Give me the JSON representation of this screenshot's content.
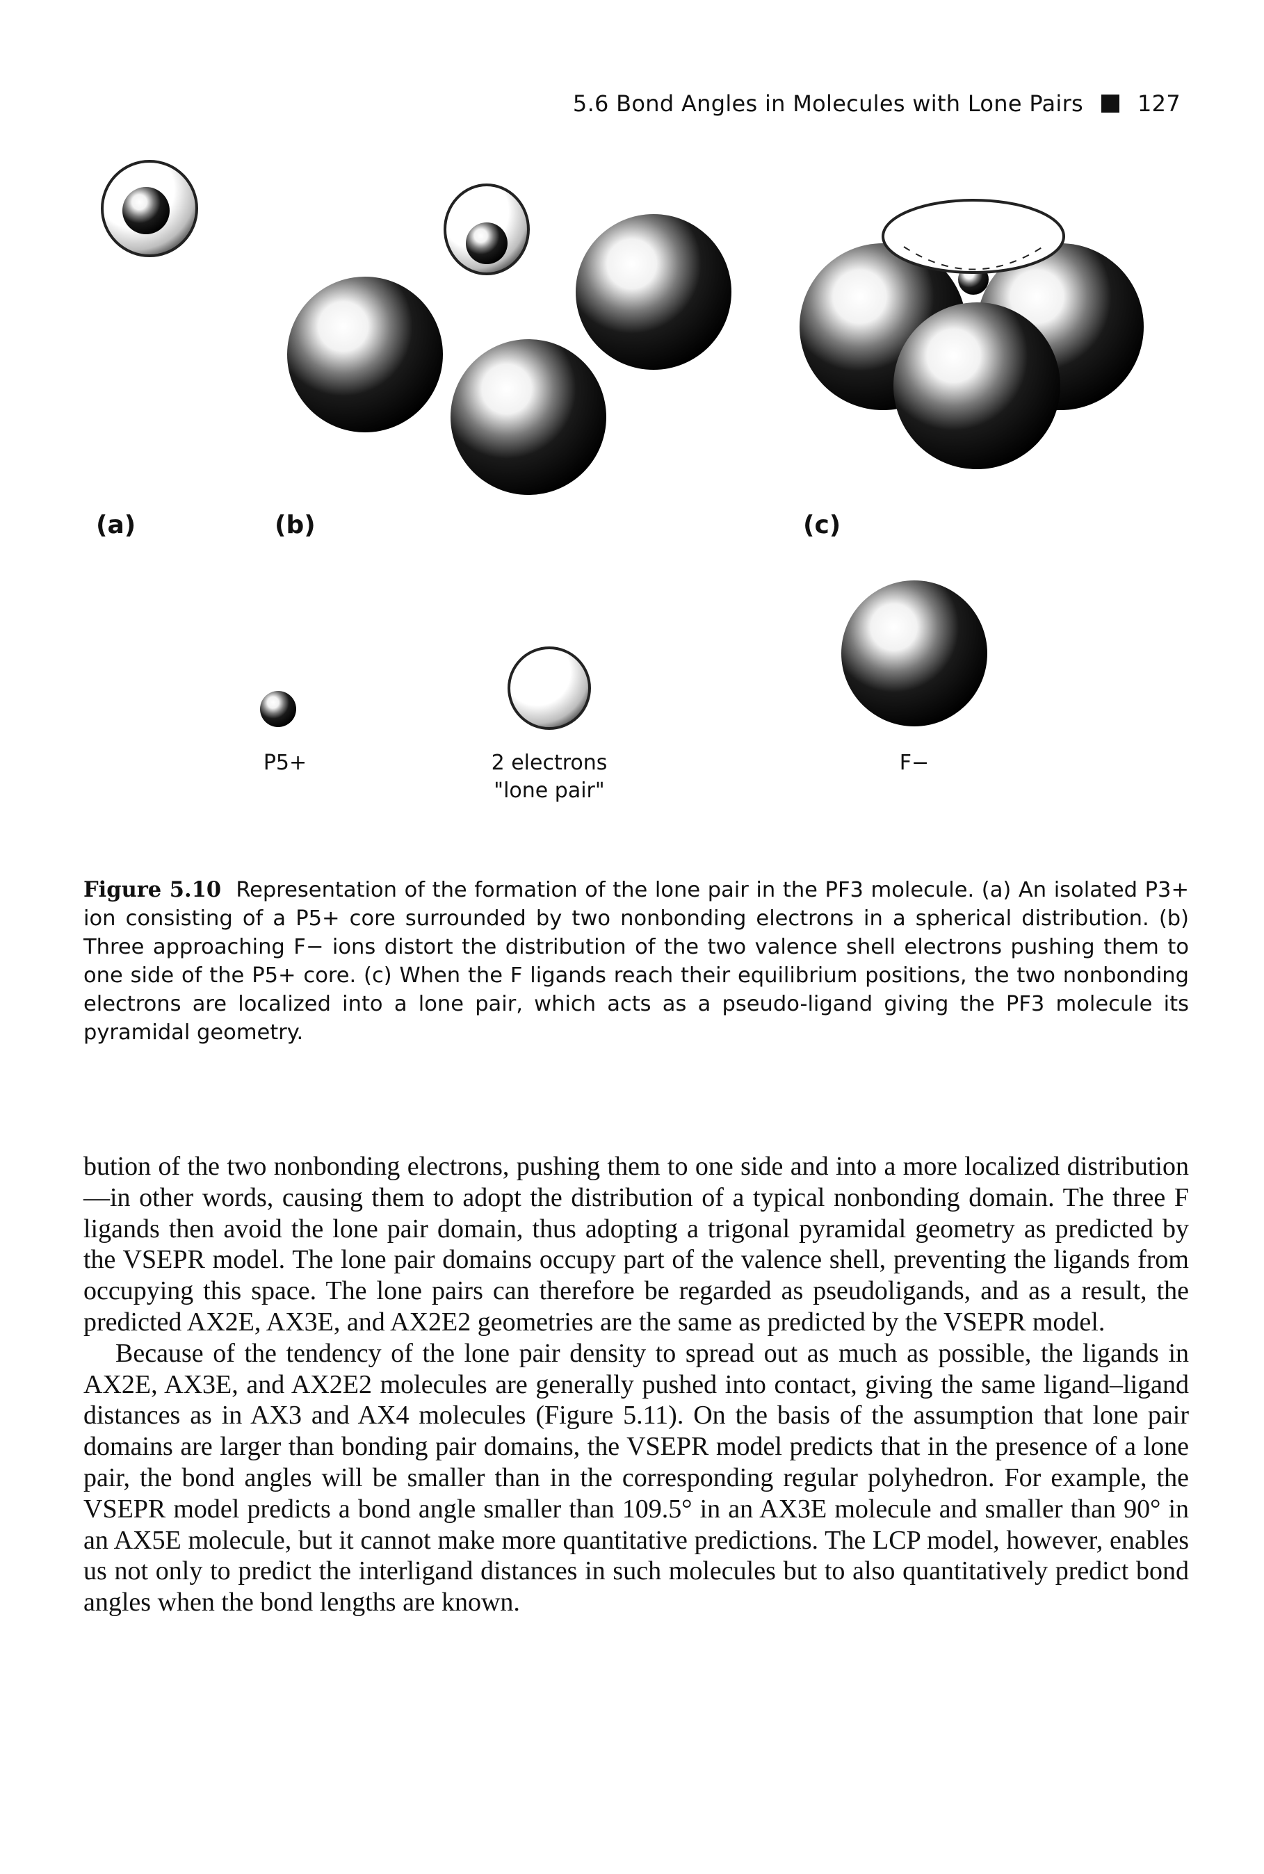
{
  "header": {
    "section": "5.6 Bond Angles in Molecules with Lone Pairs",
    "page_number": "127"
  },
  "figure": {
    "panel_labels": {
      "a": "(a)",
      "b": "(b)",
      "c": "(c)"
    },
    "legend": {
      "core": "P5+",
      "lone_pair_line1": "2 electrons",
      "lone_pair_line2": "\"lone pair\"",
      "ligand": "F−"
    }
  },
  "caption": {
    "label": "Figure 5.10",
    "text": "Representation of the formation of the lone pair in the PF3 molecule. (a) An isolated P3+ ion consisting of a P5+ core surrounded by two nonbonding electrons in a spherical distribution. (b) Three approaching F− ions distort the distribution of the two valence shell electrons pushing them to one side of the P5+ core. (c) When the F ligands reach their equilibrium positions, the two nonbonding electrons are localized into a lone pair, which acts as a pseudo-ligand giving the PF3 molecule its pyramidal geometry."
  },
  "body": {
    "p1": "bution of the two nonbonding electrons, pushing them to one side and into a more localized distribution—in other words, causing them to adopt the distribution of a typical nonbonding domain. The three F ligands then avoid the lone pair domain, thus adopting a trigonal pyramidal geometry as predicted by the VSEPR model. The lone pair domains occupy part of the valence shell, preventing the ligands from occupying this space. The lone pairs can therefore be regarded as pseudoligands, and as a result, the predicted AX2E, AX3E, and AX2E2 geometries are the same as predicted by the VSEPR model.",
    "p2": "Because of the tendency of the lone pair density to spread out as much as possible, the ligands in AX2E, AX3E, and AX2E2 molecules are generally pushed into contact, giving the same ligand–ligand distances as in AX3 and AX4 molecules (Figure 5.11). On the basis of the assumption that lone pair domains are larger than bonding pair domains, the VSEPR model predicts that in the presence of a lone pair, the bond angles will be smaller than in the corresponding regular polyhedron. For example, the VSEPR model predicts a bond angle smaller than 109.5° in an AX3E molecule and smaller than 90° in an AX5E molecule, but it cannot make more quantitative predictions. The LCP model, however, enables us not only to predict the interligand distances in such molecules but to also quantitatively predict bond angles when the bond lengths are known."
  }
}
